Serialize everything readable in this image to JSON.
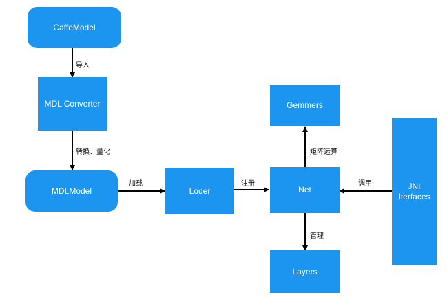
{
  "theme": {
    "node_fill": "#1b95f0",
    "node_text": "#ffffff",
    "edge": "#000000"
  },
  "nodes": {
    "caffe_model": "CaffeModel",
    "mdl_converter": "MDL Converter",
    "mdl_model": "MDLModel",
    "loder": "Loder",
    "net": "Net",
    "gemmers": "Gemmers",
    "layers": "Layers",
    "jni_line1": "JNI",
    "jni_line2": "Iterfaces"
  },
  "edges": {
    "import": "导入",
    "convert_quantize": "转换、量化",
    "load": "加载",
    "register": "注册",
    "matrix_ops": "矩阵运算",
    "invoke": "调用",
    "manage": "管理"
  }
}
